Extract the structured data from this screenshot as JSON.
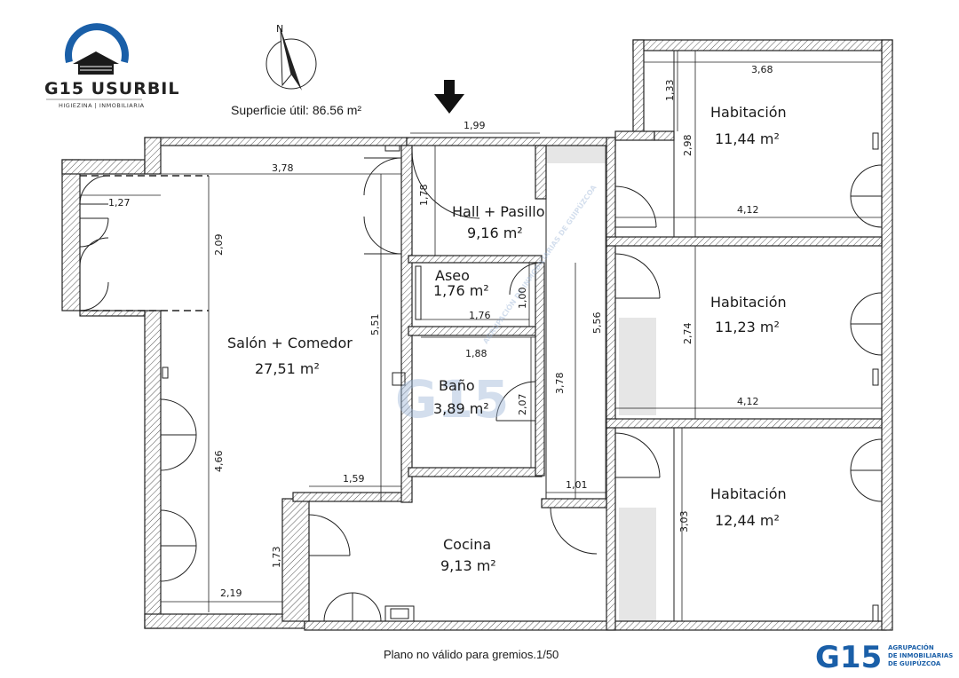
{
  "header": {
    "brand_logo_text": "G15 USURBIL",
    "brand_logo_subtitle": "HIGIEZINA | INMOBILIARIA",
    "surface_label": "Superficie útil: 86.56 m²",
    "compass_letter": "N"
  },
  "rooms": {
    "salon": {
      "name": "Salón + Comedor",
      "area": "27,51 m²"
    },
    "hall": {
      "name": "Hall + Pasillo",
      "area": "9,16 m²"
    },
    "aseo": {
      "name": "Aseo",
      "area": "1,76 m²"
    },
    "bano": {
      "name": "Baño",
      "area": "3,89 m²"
    },
    "cocina": {
      "name": "Cocina",
      "area": "9,13 m²"
    },
    "hab1": {
      "name": "Habitación",
      "area": "11,44 m²"
    },
    "hab2": {
      "name": "Habitación",
      "area": "11,23 m²"
    },
    "hab3": {
      "name": "Habitación",
      "area": "12,44 m²"
    }
  },
  "dimensions": {
    "salon_top": "3,78",
    "terrace_width": "1,27",
    "salon_upper_height": "2,09",
    "salon_lower_height": "4,66",
    "salon_total_height": "5,51",
    "salon_bottom_step": "1,59",
    "salon_bottom_height": "1,73",
    "salon_bottom_width": "2,19",
    "hall_width": "1,99",
    "hall_height": "1,78",
    "aseo_height": "1,00",
    "aseo_width": "1,76",
    "bano_width": "1,88",
    "bano_height": "2,07",
    "corridor_height_a": "5,56",
    "corridor_height_b": "3,78",
    "corridor_width": "1,01",
    "hab1_top_width": "3,68",
    "hab1_niche_height": "1,33",
    "hab1_height": "2,98",
    "hab1_width": "4,12",
    "hab2_height": "2,74",
    "hab2_width": "4,12",
    "hab3_height": "3,03"
  },
  "watermark": {
    "center_text": "G15",
    "arc_text": "AGRUPACIÓN DE INMOBILIARIAS DE GUIPÚZCOA"
  },
  "footer": {
    "note": "Plano no válido para gremios.1/50",
    "agency_logo_text": "G15",
    "agency_line1": "AGRUPACIÓN",
    "agency_line2": "DE INMOBILIARIAS",
    "agency_line3": "DE GUIPÚZCOA"
  },
  "colors": {
    "wall": "#222222",
    "brand_blue": "#1a5fa8",
    "watermark_blue": "#9fb8d8",
    "gray_fill": "#e6e6e6"
  }
}
